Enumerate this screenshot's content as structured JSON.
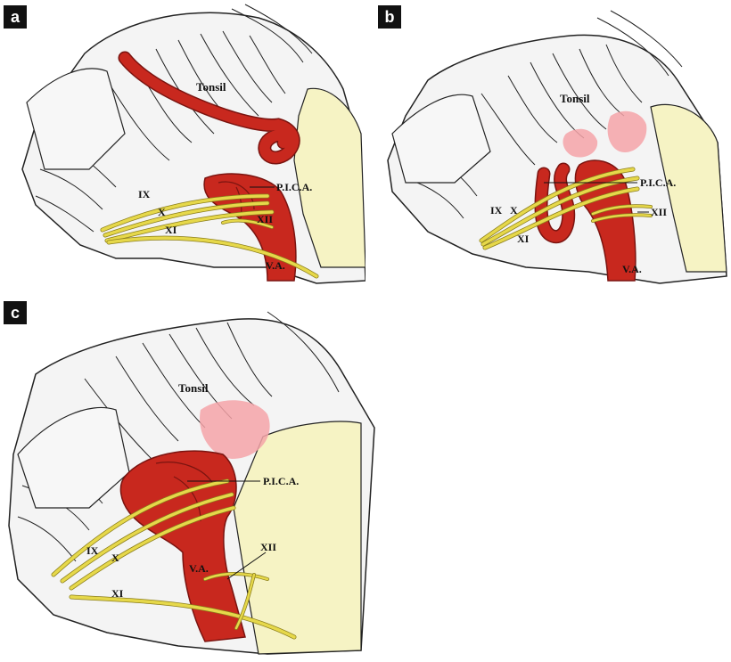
{
  "panels": [
    {
      "letter": "a",
      "labels": {
        "tonsil": "Tonsil",
        "pica": "P.I.C.A.",
        "n9": "IX",
        "n10": "X",
        "n11": "XI",
        "n12": "XII",
        "va": "V.A."
      }
    },
    {
      "letter": "b",
      "labels": {
        "tonsil": "Tonsil",
        "pica": "P.I.C.A.",
        "n9": "IX",
        "n10": "X",
        "n11": "XI",
        "n12": "XII",
        "va": "V.A."
      }
    },
    {
      "letter": "c",
      "labels": {
        "tonsil": "Tonsil",
        "pica": "P.I.C.A.",
        "n9": "IX",
        "n10": "X",
        "n11": "XI",
        "n12": "XII",
        "va": "V.A."
      }
    }
  ],
  "colors": {
    "artery": "#c8281e",
    "artery_outline": "#7a1410",
    "nerve": "#e6d84a",
    "nerve_outline": "#8a7d1a",
    "brainstem": "#f6f3c4",
    "tissue": "#f4f4f4",
    "highlight": "#f5a3a8"
  }
}
